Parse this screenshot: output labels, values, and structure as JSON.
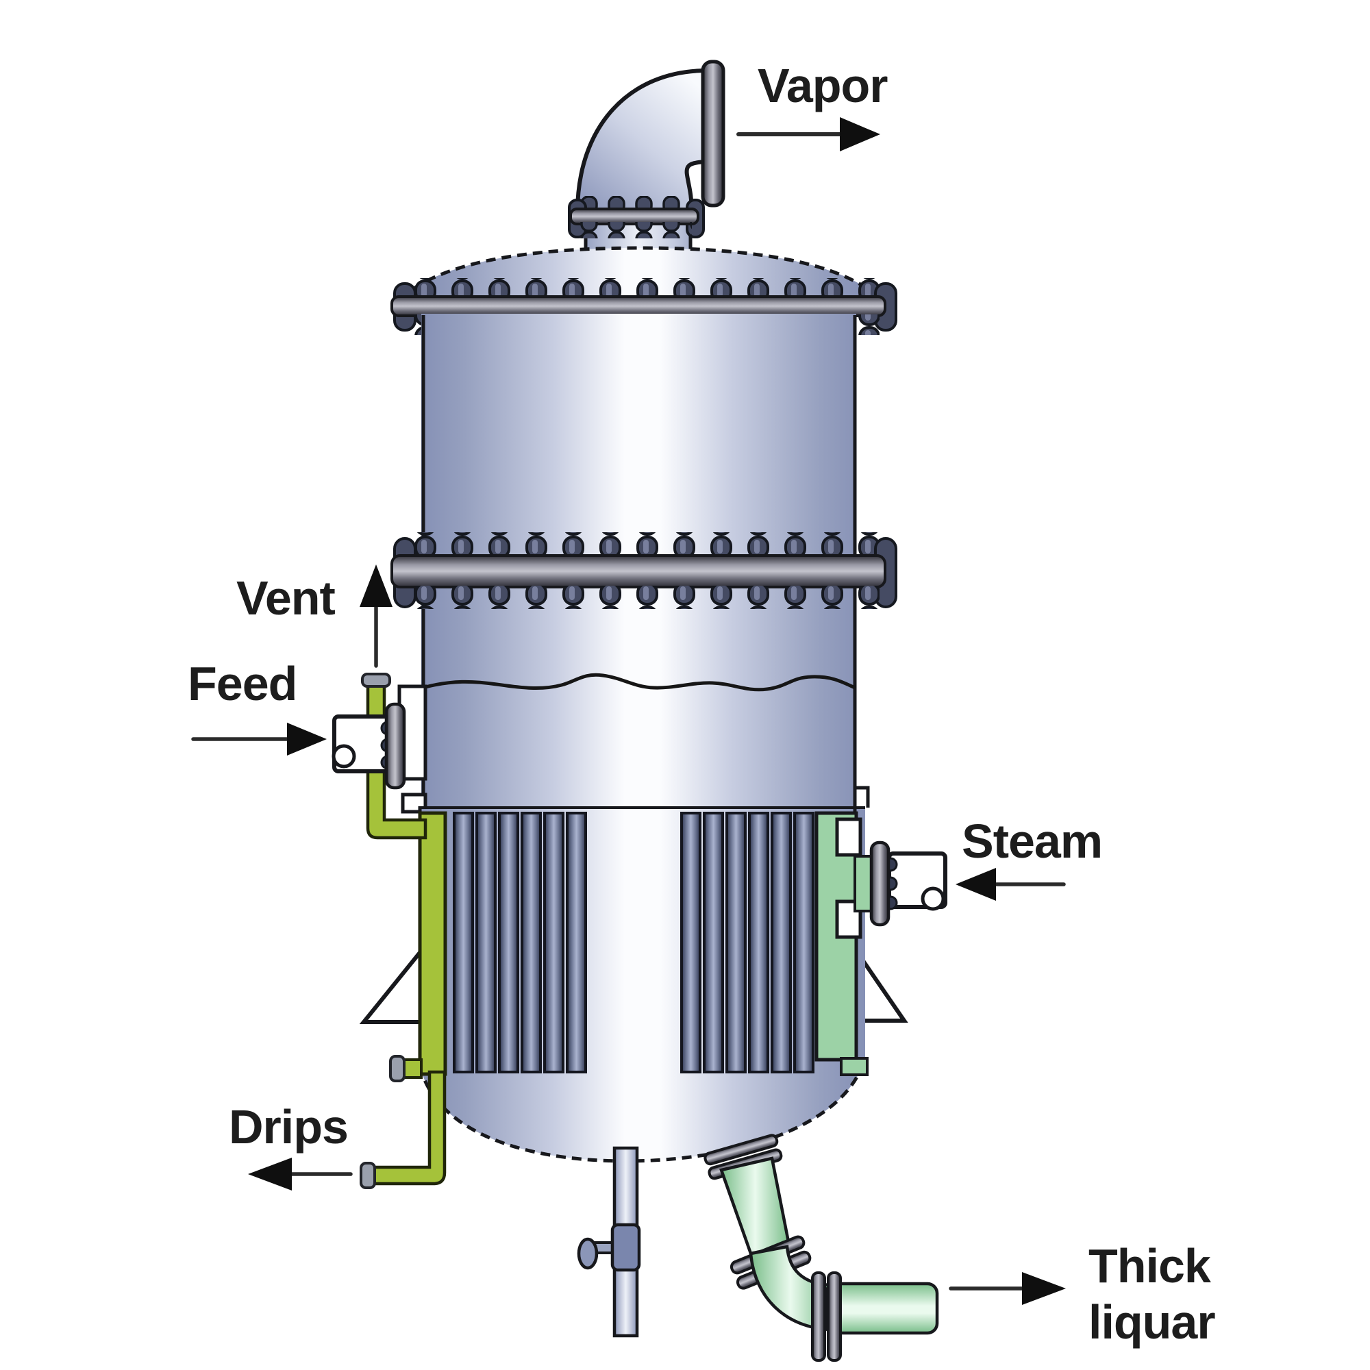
{
  "page": {
    "background": "#ffffff"
  },
  "diagram": {
    "type": "process-equipment-diagram",
    "equipment": "vertical-tube-evaporator",
    "labels": {
      "vapor": "Vapor",
      "vent": "Vent",
      "feed": "Feed",
      "steam": "Steam",
      "drips": "Drips",
      "thick_liquor_line1": "Thick",
      "thick_liquor_line2": "liquar"
    },
    "streams": [
      {
        "name": "vapor",
        "direction": "right"
      },
      {
        "name": "vent",
        "direction": "up"
      },
      {
        "name": "feed",
        "direction": "right"
      },
      {
        "name": "steam",
        "direction": "left"
      },
      {
        "name": "drips",
        "direction": "left"
      },
      {
        "name": "thick-liquor",
        "direction": "right"
      }
    ]
  },
  "colors": {
    "background": "#ffffff",
    "label_text": "#1d1d1d",
    "arrow": "#2b2b2b",
    "outline": "#17181c",
    "vessel_edge": "#8590b5",
    "vessel_highlight": "#fdfdfe",
    "flange_dark": "#2e2e36",
    "flange_light": "#c4c4cd",
    "bolt": "#454b63",
    "feed_pipe_green": "#a5c23a",
    "steam_channel_green": "#9cd2a6",
    "liquor_pipe_green": "#7fc18e",
    "tube_dark": "#2f3650",
    "tube_light": "#aab3cf",
    "drain_valve_blue": "#7a86ad"
  }
}
